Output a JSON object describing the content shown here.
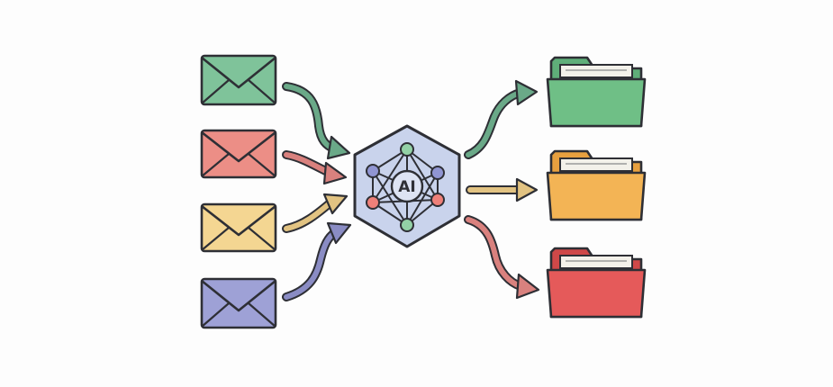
{
  "diagram": {
    "center_label": "AI",
    "colors": {
      "outline": "#2e2f35",
      "green": "#7fc39a",
      "red": "#ec8e86",
      "yellow": "#f4d692",
      "purple": "#9ea1d6",
      "arrow_green": "#6aa988",
      "arrow_red": "#d9817e",
      "arrow_yellow": "#e2c382",
      "arrow_purple": "#8a8cc4",
      "hex_fill": "#c9d3ec",
      "folder_green": "#6fbf86",
      "folder_orange": "#f3b455",
      "folder_red": "#e55a5a",
      "node_green": "#93d1a6",
      "node_red": "#ee8079",
      "node_purple": "#9095d2"
    },
    "inputs": [
      {
        "icon": "envelope-icon",
        "color": "green"
      },
      {
        "icon": "envelope-icon",
        "color": "red"
      },
      {
        "icon": "envelope-icon",
        "color": "yellow"
      },
      {
        "icon": "envelope-icon",
        "color": "purple"
      }
    ],
    "outputs": [
      {
        "icon": "folder-icon",
        "color": "folder_green"
      },
      {
        "icon": "folder-icon",
        "color": "folder_orange"
      },
      {
        "icon": "folder-icon",
        "color": "folder_red"
      }
    ]
  }
}
